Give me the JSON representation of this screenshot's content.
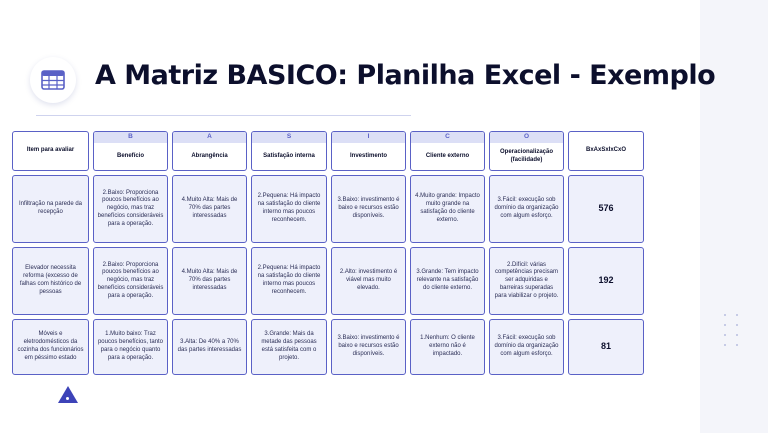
{
  "slide": {
    "title": "A Matriz BASICO: Planilha Excel - Exemplo",
    "title_icon": "spreadsheet-icon",
    "accent_color": "#5a61c6",
    "cell_fill": "#eef0fb"
  },
  "table": {
    "first_header": "Item para avaliar",
    "score_header": "BxAxSxIxCxO",
    "criteria": [
      {
        "letter": "B",
        "label": "Benefício"
      },
      {
        "letter": "A",
        "label": "Abrangência"
      },
      {
        "letter": "S",
        "label": "Satisfação interna"
      },
      {
        "letter": "I",
        "label": "Investimento"
      },
      {
        "letter": "C",
        "label": "Cliente externo"
      },
      {
        "letter": "O",
        "label": "Operacionalização (facilidade)"
      }
    ],
    "rows": [
      {
        "item": "Infiltração na parede da recepção",
        "values": [
          "2.Baixo: Proporciona poucos benefícios ao negócio, mas traz benefícios consideráveis para a operação.",
          "4.Muito Alta: Mais de 70% das partes interessadas",
          "2.Pequena: Há impacto na satisfação do cliente interno mas poucos reconhecem.",
          "3.Baixo: investimento é baixo e recursos estão disponíveis.",
          "4.Muito grande: Impacto muito grande na satisfação do cliente externo.",
          "3.Fácil: execução sob domínio da organização com algum esforço."
        ],
        "score": "576"
      },
      {
        "item": "Elevador necessita reforma (excesso de falhas com histórico de pessoas",
        "values": [
          "2.Baixo: Proporciona poucos benefícios ao negócio, mas traz benefícios consideráveis para a operação.",
          "4.Muito Alta: Mais de 70% das partes interessadas",
          "2.Pequena: Há impacto na satisfação do cliente interno mas poucos reconhecem.",
          "2.Alto: investimento é viável mas muito elevado.",
          "3.Grande: Tem impacto relevante na satisfação do cliente externo.",
          "2.Difícil: várias competências precisam ser adquiridas e barreiras superadas para viabilizar o projeto."
        ],
        "score": "192"
      },
      {
        "item": "Móveis e eletrodomésticos da cozinha dos funcionários em péssimo estado",
        "values": [
          "1.Muito baixo: Traz poucos benefícios, tanto para o negócio quanto para a operação.",
          "3.Alta: De 40% a 70% das partes interessadas",
          "3.Grande: Mais da metade das pessoas está satisfeita com o projeto.",
          "3.Baixo: investimento é baixo e recursos estão disponíveis.",
          "1.Nenhum: O cliente externo não é impactado.",
          "3.Fácil: execução sob domínio da organização com algum esforço."
        ],
        "score": "81"
      }
    ]
  }
}
